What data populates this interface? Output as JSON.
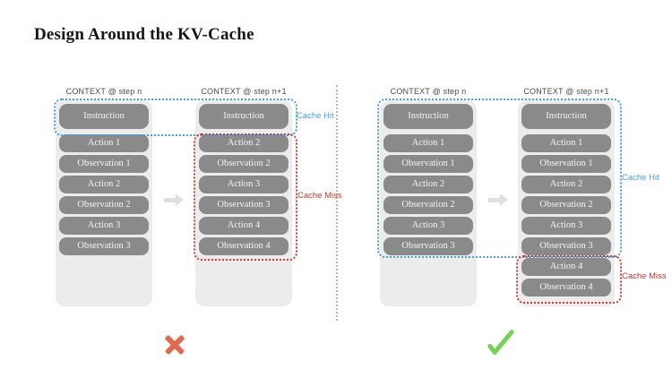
{
  "title": "Design Around the KV-Cache",
  "annotations": {
    "cache_hit": "Cache Hit",
    "cache_miss": "Cache Miss"
  },
  "colors": {
    "cache_hit_blue": "#4a9ed9",
    "cache_miss_red": "#c9402e",
    "box_gray": "#8a8a8a",
    "container_gray": "#ececec",
    "cross_red": "#e0694f",
    "check_green": "#77d353"
  },
  "diagrams": [
    {
      "name": "cache-invalidating-context",
      "verdict": "cross",
      "columns": [
        {
          "header": "CONTEXT @ step n",
          "boxes": [
            "Instruction",
            "Action 1",
            "Observation 1",
            "Action 2",
            "Observation 2",
            "Action 3",
            "Observation 3"
          ]
        },
        {
          "header": "CONTEXT @ step n+1",
          "boxes": [
            "Instruction",
            "Action 2",
            "Observation 2",
            "Action 3",
            "Observation 3",
            "Action 4",
            "Observation 4"
          ]
        }
      ]
    },
    {
      "name": "cache-preserving-context",
      "verdict": "check",
      "columns": [
        {
          "header": "CONTEXT @ step n",
          "boxes": [
            "Instruction",
            "Action 1",
            "Observation 1",
            "Action 2",
            "Observation 2",
            "Action 3",
            "Observation 3"
          ]
        },
        {
          "header": "CONTEXT @ step n+1",
          "boxes": [
            "Instruction",
            "Action 1",
            "Observation 1",
            "Action 2",
            "Observation 2",
            "Action 3",
            "Observation 3",
            "Action 4",
            "Observation 4"
          ]
        }
      ]
    }
  ]
}
